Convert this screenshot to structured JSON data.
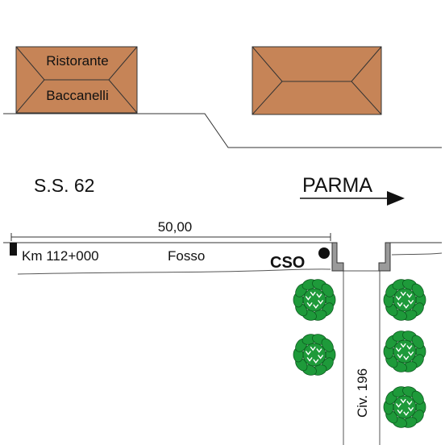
{
  "labels": {
    "restaurant_line1": "Ristorante",
    "restaurant_line2": "Baccanelli",
    "road": "S.S. 62",
    "direction": "PARMA",
    "distance": "50,00",
    "km_marker": "Km 112+000",
    "ditch": "Fosso",
    "cso": "CSO",
    "side_road": "Civ. 196"
  },
  "colors": {
    "roof": "#C68457",
    "line": "#222222",
    "foliage": "#1E9A3A",
    "foliage_light": "#ffffff",
    "structure": "#9A9A9A"
  },
  "icons": [
    "building-roof",
    "direction-arrow",
    "marker-post",
    "cso-point",
    "tree"
  ]
}
